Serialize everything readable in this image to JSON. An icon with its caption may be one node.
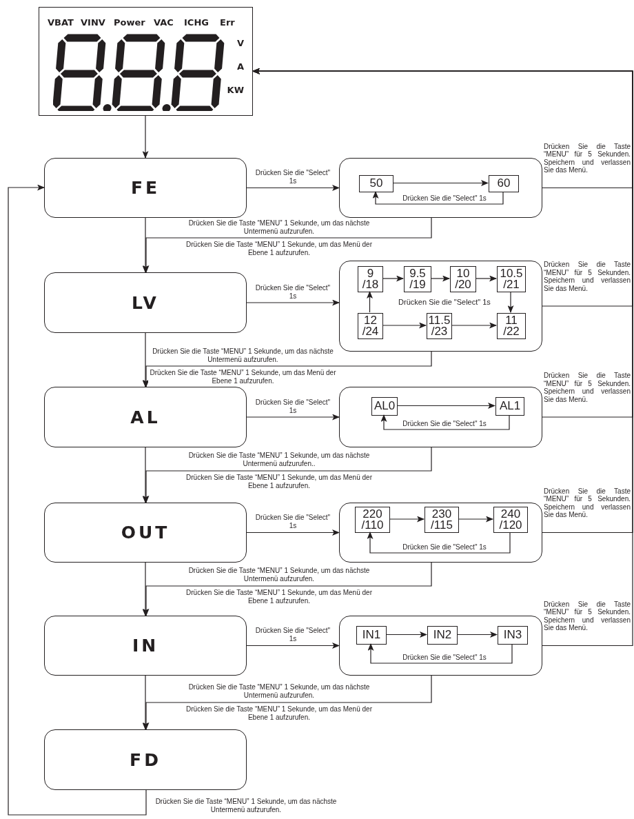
{
  "diagram": {
    "nodes": [
      {
        "text": [
          "VBAT",
          "VINV",
          "Power",
          "VAC",
          "ICHG",
          "Err",
          "V",
          "A",
          "KW"
        ]
      },
      {
        "text": [
          "FE"
        ]
      },
      {
        "text": [],
        "shape": "box"
      },
      {
        "text": [
          "50"
        ],
        "in": 2
      },
      {
        "text": [
          "60"
        ],
        "in": 2
      },
      {
        "text": [
          "LV"
        ]
      },
      {
        "text": [],
        "shape": "box"
      },
      {
        "text": [
          "9 /18"
        ],
        "in": 6
      },
      {
        "text": [
          "9.5 /19"
        ],
        "in": 6
      },
      {
        "text": [
          "10 /20"
        ],
        "in": 6
      },
      {
        "text": [
          "10.5 /21"
        ],
        "in": 6
      },
      {
        "text": [
          "12 /24"
        ],
        "in": 6
      },
      {
        "text": [
          "11.5 /23"
        ],
        "in": 6
      },
      {
        "text": [
          "11 /22"
        ],
        "in": 6
      },
      {
        "text": [
          "AL"
        ]
      },
      {
        "text": [],
        "shape": "box"
      },
      {
        "text": [
          "AL0"
        ],
        "in": 15
      },
      {
        "text": [
          "AL1"
        ],
        "in": 15
      },
      {
        "text": [
          "OUT"
        ]
      },
      {
        "text": [],
        "shape": "box"
      },
      {
        "text": [
          "220 /110"
        ],
        "in": 19
      },
      {
        "text": [
          "230 /115"
        ],
        "in": 19
      },
      {
        "text": [
          "240 /120"
        ],
        "in": 19
      },
      {
        "text": [
          "IN"
        ]
      },
      {
        "text": [],
        "shape": "box"
      },
      {
        "text": [
          "IN1"
        ],
        "in": 24
      },
      {
        "text": [
          "IN2"
        ],
        "in": 24
      },
      {
        "text": [
          "IN3"
        ],
        "in": 24
      },
      {
        "text": [
          "FD"
        ]
      }
    ],
    "edges": [
      {
        "from": 0,
        "to": 1,
        "arrow": "to"
      },
      {
        "from": 1,
        "to": 2,
        "arrow": "to",
        "label": "Drücken Sie die \"Select\" 1s"
      },
      {
        "from": 3,
        "to": 4,
        "arrow": "to"
      },
      {
        "from": 4,
        "to": 3,
        "arrow": "to",
        "label": "Drücken Sie die \"Select\" 1s"
      },
      {
        "from": 2,
        "to": 0,
        "arrow": "to",
        "label": "Drücken Sie die Taste “MENU” für 5 Sekunden. Speichern und verlassen Sie das Menü."
      },
      {
        "from": 1,
        "to": 5,
        "arrow": "to"
      },
      {
        "from": 2,
        "to": 5,
        "arrow": "to",
        "label": "Drücken Sie die Taste “MENU” 1 Sekunde, um das nächste Untermenü aufzurufen."
      },
      {
        "from": 5,
        "to": 6,
        "arrow": "to",
        "label": "Drücken Sie die \"Select\" 1s"
      },
      {
        "from": 7,
        "to": 8,
        "arrow": "to"
      },
      {
        "from": 8,
        "to": 9,
        "arrow": "to"
      },
      {
        "from": 9,
        "to": 10,
        "arrow": "to"
      },
      {
        "from": 10,
        "to": 13,
        "arrow": "to"
      },
      {
        "from": 11,
        "to": 12,
        "arrow": "to"
      },
      {
        "from": 12,
        "to": 13,
        "arrow": "to"
      },
      {
        "from": 11,
        "to": 7,
        "arrow": "to"
      },
      {
        "from": 6,
        "to": 0,
        "arrow": "to",
        "label": "Drücken Sie die Taste “MENU” für 5 Sekunden. Speichern und verlassen Sie das Menü."
      },
      {
        "from": 5,
        "to": 14,
        "arrow": "to"
      },
      {
        "from": 6,
        "to": 14,
        "arrow": "to",
        "label": "Drücken Sie die Taste “MENU” 1 Sekunde, um das nächste Untermenü aufzurufen."
      },
      {
        "from": 14,
        "to": 15,
        "arrow": "to",
        "label": "Drücken Sie die \"Select\" 1s"
      },
      {
        "from": 16,
        "to": 17,
        "arrow": "to"
      },
      {
        "from": 17,
        "to": 16,
        "arrow": "to",
        "label": "Drücken Sie die \"Select\" 1s"
      },
      {
        "from": 15,
        "to": 0,
        "arrow": "to",
        "label": "Drücken Sie die Taste “MENU” für 5 Sekunden. Speichern und verlassen Sie das Menü."
      },
      {
        "from": 14,
        "to": 18,
        "arrow": "to"
      },
      {
        "from": 15,
        "to": 18,
        "arrow": "to",
        "label": "Drücken Sie die Taste “MENU” 1 Sekunde, um das nächste Untermenü aufzurufen.."
      },
      {
        "from": 18,
        "to": 19,
        "arrow": "to",
        "label": "Drücken Sie die \"Select\" 1s"
      },
      {
        "from": 20,
        "to": 21,
        "arrow": "to"
      },
      {
        "from": 21,
        "to": 22,
        "arrow": "to"
      },
      {
        "from": 22,
        "to": 20,
        "arrow": "to",
        "label": "Drücken Sie die \"Select\" 1s"
      },
      {
        "from": 19,
        "to": 0,
        "arrow": "to",
        "label": "Drücken Sie die Taste “MENU” für 5 Sekunden. Speichern und verlassen Sie das Menü."
      },
      {
        "from": 18,
        "to": 23,
        "arrow": "to"
      },
      {
        "from": 19,
        "to": 23,
        "arrow": "to",
        "label": "Drücken Sie die Taste “MENU” 1 Sekunde, um das nächste Untermenü aufzurufen."
      },
      {
        "from": 23,
        "to": 24,
        "arrow": "to",
        "label": "Drücken Sie die \"Select\" 1s"
      },
      {
        "from": 25,
        "to": 26,
        "arrow": "to"
      },
      {
        "from": 26,
        "to": 27,
        "arrow": "to"
      },
      {
        "from": 27,
        "to": 25,
        "arrow": "to",
        "label": "Drücken Sie die \"Select\" 1s"
      },
      {
        "from": 24,
        "to": 0,
        "arrow": "to",
        "label": "Drücken Sie die Taste “MENU” für 5 Sekunden. Speichern und verlassen Sie das Menü."
      },
      {
        "from": 23,
        "to": 28,
        "arrow": "to"
      },
      {
        "from": 24,
        "to": 28,
        "arrow": "to",
        "label": "Drücken Sie die Taste “MENU” 1 Sekunde, um das nächste Untermenü aufzurufen."
      },
      {
        "from": 28,
        "to": 1,
        "arrow": "to",
        "label": "Drücken Sie die Taste “MENU” 1 Sekunde, um das nächste Untermenü aufzurufen."
      }
    ],
    "labels": [
      "Drücken Sie die Taste “MENU” 1 Sekunde, um das Menü der Ebene 1 aufzurufen.",
      "Drücken Sie die \"Select\" 1s",
      "Drücken Sie die Taste “MENU” 1 Sekunde, um das Menü der Ebene 1 aufzurufen.",
      "Drücken Sie die Taste “MENU” 1 Sekunde, um das Menü der Ebene 1 aufzurufen.",
      "Drücken Sie die Taste “MENU” 1 Sekunde, um das Menü der Ebene 1 aufzurufen.",
      "Drücken Sie die Taste “MENU” 1 Sekunde, um das Menü der Ebene 1 aufzurufen."
    ]
  }
}
